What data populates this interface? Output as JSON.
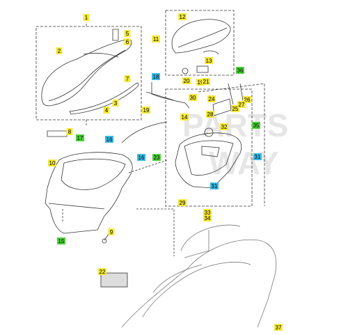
{
  "watermark": {
    "line1": "PARTS",
    "line2": "WAY"
  },
  "colors": {
    "yellow": "#f5e83a",
    "green": "#4cd137",
    "cyan": "#39b9e6",
    "red": "#e63b2e",
    "line": "#333333"
  },
  "callouts": [
    {
      "id": "1",
      "color": "yellow"
    },
    {
      "id": "2",
      "color": "yellow"
    },
    {
      "id": "3",
      "color": "yellow"
    },
    {
      "id": "4",
      "color": "yellow"
    },
    {
      "id": "5",
      "color": "yellow"
    },
    {
      "id": "6",
      "color": "yellow"
    },
    {
      "id": "7",
      "color": "yellow"
    },
    {
      "id": "8",
      "color": "yellow"
    },
    {
      "id": "9",
      "color": "yellow"
    },
    {
      "id": "10",
      "color": "yellow"
    },
    {
      "id": "11",
      "color": "yellow"
    },
    {
      "id": "12",
      "color": "yellow"
    },
    {
      "id": "13",
      "color": "yellow"
    },
    {
      "id": "14",
      "color": "yellow"
    },
    {
      "id": "15",
      "color": "green"
    },
    {
      "id": "16",
      "color": "cyan"
    },
    {
      "id": "16",
      "color": "cyan"
    },
    {
      "id": "17",
      "color": "green"
    },
    {
      "id": "18",
      "color": "cyan"
    },
    {
      "id": "19",
      "color": "yellow"
    },
    {
      "id": "19",
      "color": "yellow"
    },
    {
      "id": "20",
      "color": "yellow"
    },
    {
      "id": "21",
      "color": "yellow"
    },
    {
      "id": "22",
      "color": "yellow"
    },
    {
      "id": "23",
      "color": "green"
    },
    {
      "id": "24",
      "color": "yellow"
    },
    {
      "id": "25",
      "color": "yellow"
    },
    {
      "id": "26",
      "color": "yellow"
    },
    {
      "id": "27",
      "color": "yellow"
    },
    {
      "id": "28",
      "color": "yellow"
    },
    {
      "id": "29",
      "color": "yellow"
    },
    {
      "id": "30",
      "color": "yellow"
    },
    {
      "id": "31",
      "color": "cyan"
    },
    {
      "id": "31",
      "color": "cyan"
    },
    {
      "id": "32",
      "color": "yellow"
    },
    {
      "id": "33",
      "color": "yellow"
    },
    {
      "id": "34",
      "color": "yellow"
    },
    {
      "id": "35",
      "color": "green"
    },
    {
      "id": "36",
      "color": "green"
    },
    {
      "id": "37",
      "color": "yellow"
    }
  ]
}
